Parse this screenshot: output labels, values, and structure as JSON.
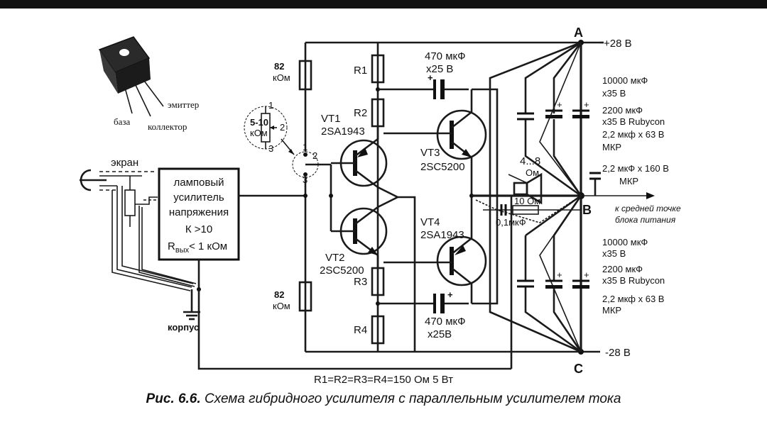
{
  "labels": {
    "node_a": "A",
    "node_b": "B",
    "node_c": "C",
    "plus_28": "+28 В",
    "minus_28": "-28 В",
    "r82_top_val": "82",
    "r82_top_unit": "кОм",
    "r82_bot_val": "82",
    "r82_bot_unit": "кОм",
    "r1": "R1",
    "r2": "R2",
    "r3": "R3",
    "r4": "R4",
    "pot_val": "5-10",
    "pot_unit": "кОм",
    "pin1": "1",
    "pin2": "2",
    "pin3": "3",
    "vt1": "VT1",
    "vt1_type": "2SA1943",
    "vt2": "VT2",
    "vt2_type": "2SC5200",
    "vt3": "VT3",
    "vt3_type": "2SC5200",
    "vt4": "VT4",
    "vt4_type": "2SA1943",
    "cap_top_1": "470 мкФ",
    "cap_top_2": "х25 В",
    "cap_bot_1": "470 мкФ",
    "cap_bot_2": "х25В",
    "ps_top_1": "10000 мкФ",
    "ps_top_2": "х35 В",
    "ps_top_3": "2200 мкФ",
    "ps_top_4": "х35 В Rubycon",
    "ps_top_5": "2,2 мкф х 63 В",
    "ps_top_6": "МКР",
    "ps_mid_1": "2,2 мкФ х 160 В",
    "ps_mid_2": "МКР",
    "ps_bot_1": "10000 мкФ",
    "ps_bot_2": "х35 В",
    "ps_bot_3": "2200 мкФ",
    "ps_bot_4": "х35 В Rubycon",
    "ps_bot_5": "2,2 мкф х 63 В",
    "ps_bot_6": "МКР",
    "spk_1": "4...8",
    "spk_2": "Ом",
    "zobel_r": "10 Ом",
    "zobel_c": "0,1мкФ",
    "to_mid_1": "к средней точке",
    "to_mid_2": "блока питания",
    "screen": "экран",
    "chassis": "корпус",
    "amp_1": "ламповый",
    "amp_2": "усилитель",
    "amp_3": "напряжения",
    "amp_4": "К >10",
    "amp_5_a": "R",
    "amp_5_sub": "вых",
    "amp_5_b": "< 1 кОм",
    "pin_base": "база",
    "pin_emitter": "эмиттер",
    "pin_collector": "коллектор",
    "resistors_note": "R1=R2=R3=R4=150 Ом  5 Вт"
  },
  "caption": {
    "number": "Рис. 6.6.",
    "text": "Схема гибридного усилителя с параллельным усилителем тока"
  }
}
